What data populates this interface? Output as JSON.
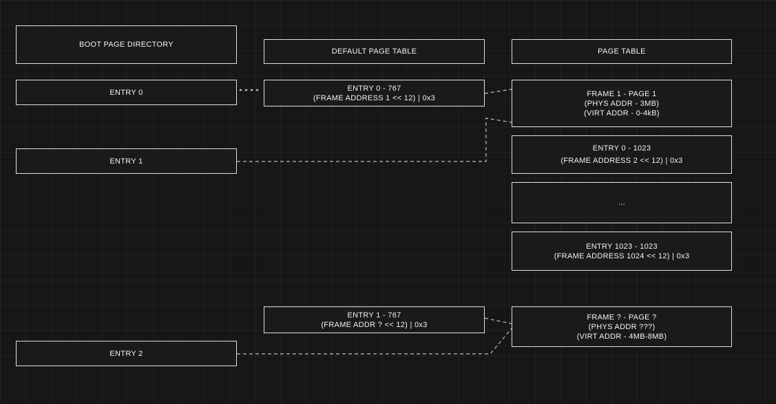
{
  "canvas": {
    "background_color": "#161616",
    "grid_color": "#2a2a2a",
    "node_fill": "#1a1a1a",
    "node_border": "#e2e2e2",
    "text_color": "#f4f4f4",
    "connector_color": "#bfbfbf"
  },
  "diagram": {
    "boot_page_directory": {
      "title": "BOOT PAGE DIRECTORY",
      "entry0": "ENTRY 0",
      "entry1": "ENTRY 1",
      "entry2": "ENTRY 2"
    },
    "default_page_table": {
      "title": "DEFAULT PAGE TABLE",
      "entry0_line1": "ENTRY 0 - 767",
      "entry0_line2": "(FRAME ADDRESS 1 << 12) | 0x3",
      "entry1_line1": "ENTRY 1 - 767",
      "entry1_line2": "(FRAME ADDR ? << 12)  | 0x3"
    },
    "page_table": {
      "title": "PAGE TABLE",
      "frame1_line1": "FRAME 1 - PAGE 1",
      "frame1_line2": "(PHYS ADDR - 3MB)",
      "frame1_line3": "(VIRT ADDR - 0-4kB)",
      "entry0_line1": "ENTRY 0 - 1023",
      "entry0_line2": "(FRAME ADDRESS 2 << 12) | 0x3",
      "ellipsis": "...",
      "entry1023_line1": "ENTRY 1023 - 1023",
      "entry1023_line2": "(FRAME ADDRESS 1024 << 12) | 0x3",
      "frameq_line1": "FRAME ? - PAGE ?",
      "frameq_line2": "(PHYS ADDR ???)",
      "frameq_line3": "(VIRT ADDR - 4MB-8MB)"
    },
    "connections": [
      {
        "from": "entry-0",
        "to": "default-entry-0-767",
        "style": "dotted"
      },
      {
        "from": "default-entry-0-767",
        "to": "frame-1-page-1",
        "style": "dashed"
      },
      {
        "from": "entry-1",
        "to": "page-table",
        "style": "dashed"
      },
      {
        "from": "default-entry-1-767",
        "to": "frame-q-page-q",
        "style": "dashed"
      },
      {
        "from": "entry-2",
        "to": "frame-q-page-q",
        "style": "dashed"
      }
    ]
  }
}
